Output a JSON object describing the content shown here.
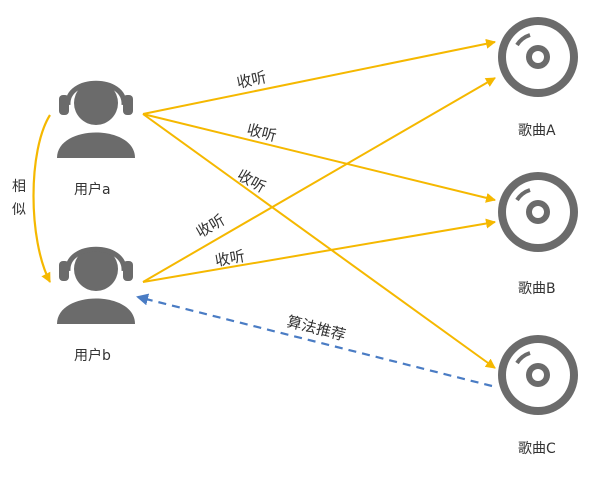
{
  "users": [
    {
      "id": "a",
      "label": "用户a"
    },
    {
      "id": "b",
      "label": "用户b"
    }
  ],
  "songs": [
    {
      "id": "A",
      "label": "歌曲A"
    },
    {
      "id": "B",
      "label": "歌曲B"
    },
    {
      "id": "C",
      "label": "歌曲C"
    }
  ],
  "similarity": {
    "char1": "相",
    "char2": "似"
  },
  "edges": {
    "listen_label": "收听",
    "recommend_label": "算法推荐"
  },
  "colors": {
    "listen": "#F5B800",
    "recommend": "#4A7CC4",
    "icon": "#6B6B6B"
  },
  "icons": {
    "user": "user-headset-icon",
    "song": "music-disc-icon"
  }
}
